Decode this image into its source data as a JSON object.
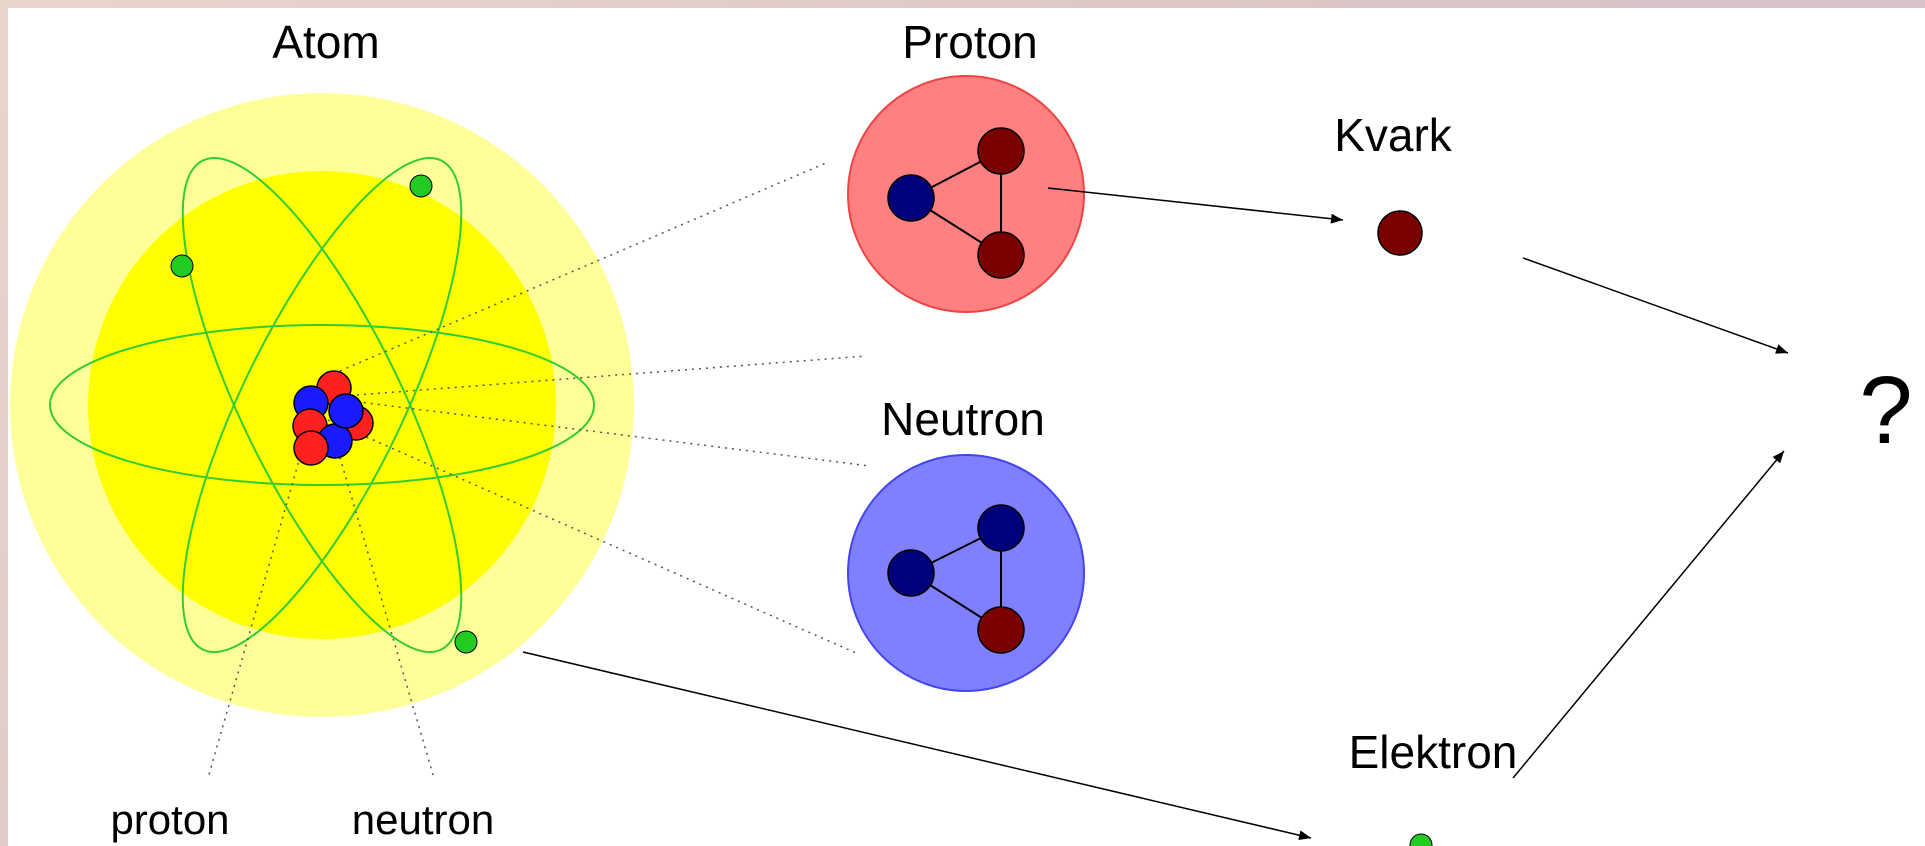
{
  "labels": {
    "atom": "Atom",
    "proton_title": "Proton",
    "neutron_title": "Neutron",
    "quark": "Kvark",
    "electron": "Elektron",
    "question": "?",
    "proton_small": "proton",
    "neutron_small": "neutron"
  },
  "colors": {
    "atom_outer": "#ffff9a",
    "atom_inner": "#ffff00",
    "orbit": "#33cc33",
    "electron": "#22cc22",
    "proton_nucleon": "#ff2020",
    "neutron_nucleon": "#1a1aff",
    "proton_disc": "#ff8080",
    "neutron_disc": "#8080ff",
    "up_quark": "#7a0000",
    "down_quark": "#00007a"
  }
}
